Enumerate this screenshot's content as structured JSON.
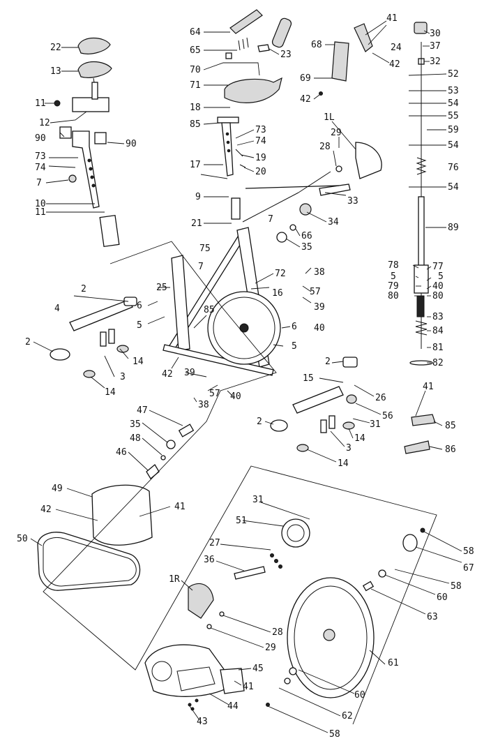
{
  "labels": [
    {
      "text": "22"
    },
    {
      "text": "13"
    },
    {
      "text": "11"
    },
    {
      "text": "12"
    },
    {
      "text": "90"
    },
    {
      "text": "90"
    },
    {
      "text": "73"
    },
    {
      "text": "74"
    },
    {
      "text": "7"
    },
    {
      "text": "10"
    },
    {
      "text": "11"
    },
    {
      "text": "64"
    },
    {
      "text": "65"
    },
    {
      "text": "70"
    },
    {
      "text": "71"
    },
    {
      "text": "18"
    },
    {
      "text": "23"
    },
    {
      "text": "85"
    },
    {
      "text": "73"
    },
    {
      "text": "74"
    },
    {
      "text": "19"
    },
    {
      "text": "17"
    },
    {
      "text": "20"
    },
    {
      "text": "68"
    },
    {
      "text": "41"
    },
    {
      "text": "24"
    },
    {
      "text": "42"
    },
    {
      "text": "69"
    },
    {
      "text": "42"
    },
    {
      "text": "30"
    },
    {
      "text": "37"
    },
    {
      "text": "32"
    },
    {
      "text": "52"
    },
    {
      "text": "53"
    },
    {
      "text": "54"
    },
    {
      "text": "55"
    },
    {
      "text": "59"
    },
    {
      "text": "54"
    },
    {
      "text": "76"
    },
    {
      "text": "54"
    },
    {
      "text": "89"
    },
    {
      "text": "1L"
    },
    {
      "text": "29"
    },
    {
      "text": "28"
    },
    {
      "text": "33"
    },
    {
      "text": "9"
    },
    {
      "text": "21"
    },
    {
      "text": "7"
    },
    {
      "text": "34"
    },
    {
      "text": "66"
    },
    {
      "text": "35"
    },
    {
      "text": "75"
    },
    {
      "text": "7"
    },
    {
      "text": "72"
    },
    {
      "text": "38"
    },
    {
      "text": "57"
    },
    {
      "text": "39"
    },
    {
      "text": "40"
    },
    {
      "text": "25"
    },
    {
      "text": "16"
    },
    {
      "text": "2"
    },
    {
      "text": "4"
    },
    {
      "text": "6"
    },
    {
      "text": "5"
    },
    {
      "text": "2"
    },
    {
      "text": "14"
    },
    {
      "text": "3"
    },
    {
      "text": "14"
    },
    {
      "text": "42"
    },
    {
      "text": "85"
    },
    {
      "text": "6"
    },
    {
      "text": "5"
    },
    {
      "text": "39"
    },
    {
      "text": "57"
    },
    {
      "text": "40"
    },
    {
      "text": "38"
    },
    {
      "text": "78"
    },
    {
      "text": "5"
    },
    {
      "text": "79"
    },
    {
      "text": "80"
    },
    {
      "text": "77"
    },
    {
      "text": "5"
    },
    {
      "text": "40"
    },
    {
      "text": "80"
    },
    {
      "text": "83"
    },
    {
      "text": "84"
    },
    {
      "text": "81"
    },
    {
      "text": "82"
    },
    {
      "text": "2"
    },
    {
      "text": "15"
    },
    {
      "text": "26"
    },
    {
      "text": "56"
    },
    {
      "text": "31"
    },
    {
      "text": "2"
    },
    {
      "text": "14"
    },
    {
      "text": "3"
    },
    {
      "text": "14"
    },
    {
      "text": "41"
    },
    {
      "text": "85"
    },
    {
      "text": "86"
    },
    {
      "text": "47"
    },
    {
      "text": "35"
    },
    {
      "text": "48"
    },
    {
      "text": "46"
    },
    {
      "text": "49"
    },
    {
      "text": "42"
    },
    {
      "text": "41"
    },
    {
      "text": "50"
    },
    {
      "text": "31"
    },
    {
      "text": "51"
    },
    {
      "text": "27"
    },
    {
      "text": "36"
    },
    {
      "text": "1R"
    },
    {
      "text": "28"
    },
    {
      "text": "29"
    },
    {
      "text": "58"
    },
    {
      "text": "67"
    },
    {
      "text": "58"
    },
    {
      "text": "60"
    },
    {
      "text": "63"
    },
    {
      "text": "61"
    },
    {
      "text": "60"
    },
    {
      "text": "62"
    },
    {
      "text": "58"
    },
    {
      "text": "45"
    },
    {
      "text": "41"
    },
    {
      "text": "44"
    },
    {
      "text": "43"
    }
  ]
}
